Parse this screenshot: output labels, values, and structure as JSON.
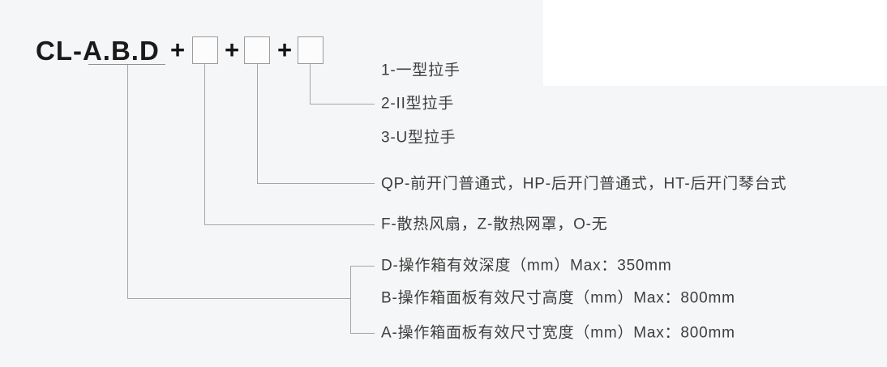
{
  "header": {
    "model_code": "CL-A.B.D",
    "plus": "+"
  },
  "legend": {
    "rows": [
      {
        "id": "handle-type-1",
        "text": "1-一型拉手"
      },
      {
        "id": "handle-type-2",
        "text": "2-II型拉手"
      },
      {
        "id": "handle-type-3",
        "text": "3-U型拉手"
      },
      {
        "id": "door-type",
        "text": "QP-前开门普通式，HP-后开门普通式，HT-后开门琴台式"
      },
      {
        "id": "cooling-type",
        "text": "F-散热风扇，Z-散热网罩，O-无"
      },
      {
        "id": "depth-spec",
        "text": "D-操作箱有效深度（mm）Max：350mm"
      },
      {
        "id": "height-spec",
        "text": "B-操作箱面板有效尺寸高度（mm）Max：800mm"
      },
      {
        "id": "width-spec",
        "text": "A-操作箱面板有效尺寸宽度（mm）Max：800mm"
      }
    ]
  },
  "colors": {
    "background": "#f5f6f7",
    "page_corner": "#ffffff",
    "connector_line": "#a6a6a6",
    "legend_text": "#3e3e3e",
    "heading_text": "#1a1a1a"
  }
}
